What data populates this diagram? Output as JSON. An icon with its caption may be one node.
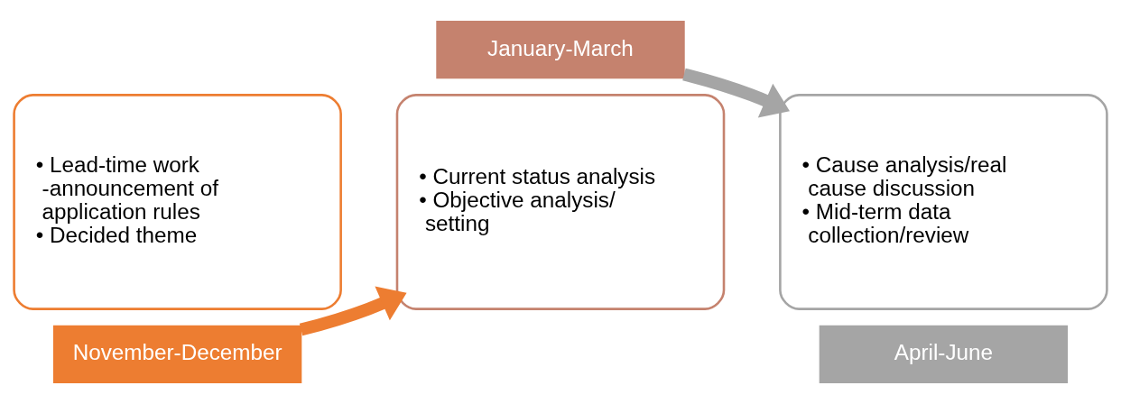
{
  "diagram": {
    "nodes": [
      {
        "text": [
          "• Lead-time work -announcement of application rules",
          "• Decided theme"
        ]
      },
      {
        "text": [
          "November-December"
        ]
      },
      {
        "text": [
          "• Current status analysis",
          "• Objective analysis/ setting"
        ]
      },
      {
        "text": [
          "January-March"
        ]
      },
      {
        "text": [
          "• Cause analysis/real cause discussion",
          "• Mid-term data collection/review"
        ]
      },
      {
        "text": [
          "April-June"
        ]
      }
    ],
    "edges": [
      {
        "from": 1,
        "to": 2,
        "arrow": "to",
        "color": "#ed7d31"
      },
      {
        "from": 3,
        "to": 4,
        "arrow": "to",
        "color": "#a5a5a5"
      }
    ]
  }
}
